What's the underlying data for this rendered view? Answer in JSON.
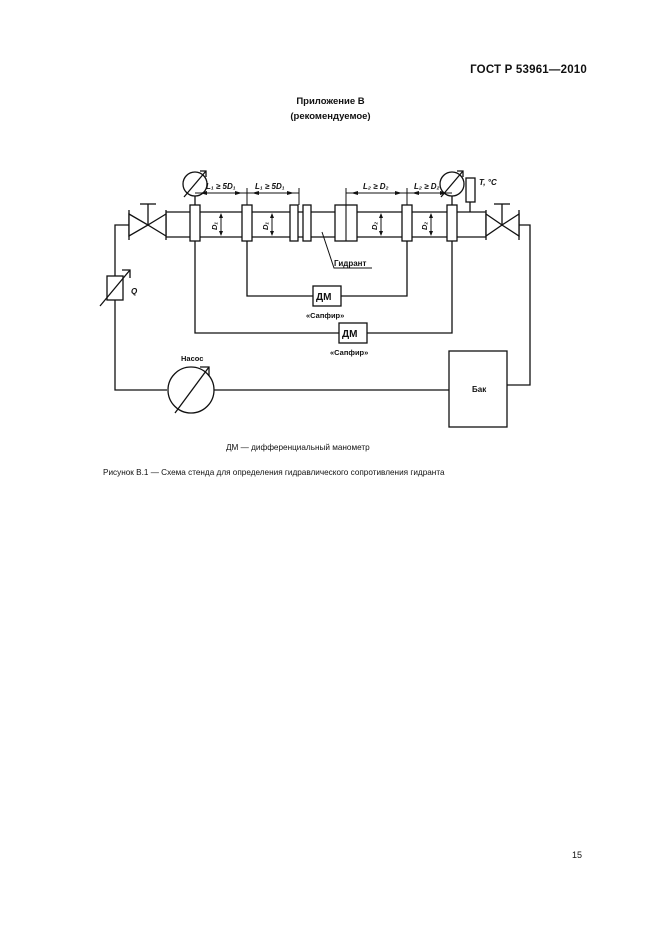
{
  "header": {
    "standard": "ГОСТ Р 53961—2010"
  },
  "appendix": {
    "title": "Приложение В",
    "subtitle": "(рекомендуемое)"
  },
  "diagram": {
    "labels": {
      "l1_a": "L₁ ≥ 5D₁",
      "l1_b": "L₁ ≥ 5D₁",
      "l2_a": "L₂ ≥ D₂",
      "l2_b": "L₂ ≥ D₂",
      "temp": "T, °C",
      "d1_a": "D₁",
      "d1_b": "D₁",
      "d2_a": "D₂",
      "d2_b": "D₂",
      "hydrant": "Гидрант",
      "dm_top": "ДМ",
      "dm_bottom": "ДМ",
      "sapfir_top": "«Сапфир»",
      "sapfir_bottom": "«Сапфир»",
      "flow": "Q",
      "pump": "Насос",
      "tank": "Бак"
    }
  },
  "legend": "ДМ — дифференциальный манометр",
  "caption": "Рисунок В.1 — Схема стенда для определения гидравлического сопротивления гидранта",
  "page_number": "15"
}
